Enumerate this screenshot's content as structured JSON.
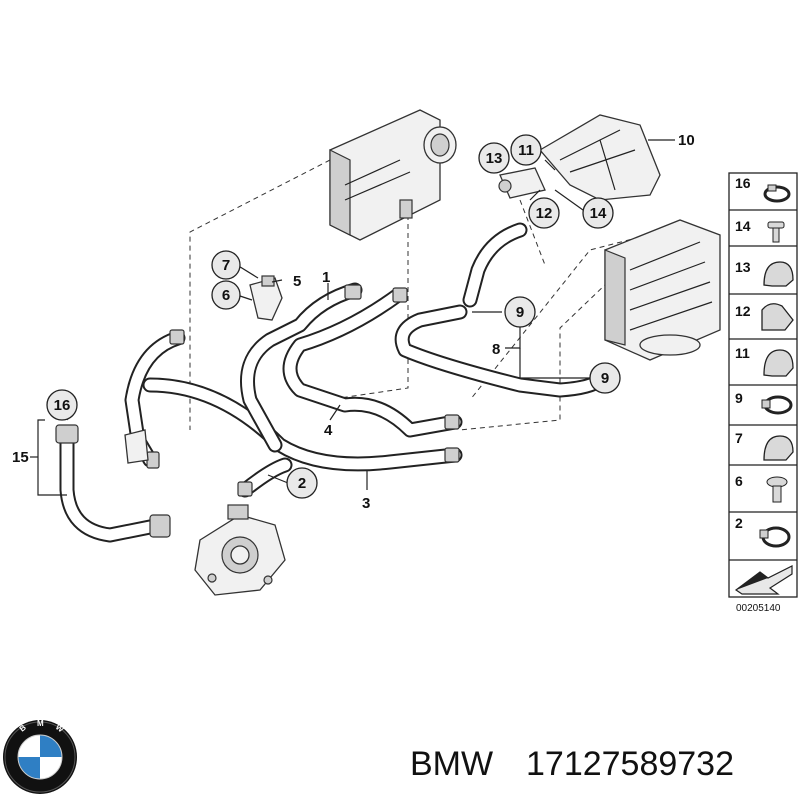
{
  "diagram": {
    "callouts": {
      "c1": "1",
      "c2": "2",
      "c3": "3",
      "c4": "4",
      "c5": "5",
      "c6": "6",
      "c7": "7",
      "c8": "8",
      "c9a": "9",
      "c9b": "9",
      "c10": "10",
      "c11": "11",
      "c12": "12",
      "c13": "13",
      "c14": "14",
      "c15": "15",
      "c16": "16"
    },
    "side_panel": [
      "16",
      "14",
      "13",
      "12",
      "11",
      "9",
      "7",
      "6",
      "2"
    ],
    "reference": "00205140"
  },
  "footer": {
    "brand": "BMW",
    "part_number": "17127589732"
  },
  "logo": {
    "letters": "BMW",
    "colors": {
      "blue": "#2f7fc4",
      "black": "#111111",
      "white": "#ffffff"
    }
  }
}
